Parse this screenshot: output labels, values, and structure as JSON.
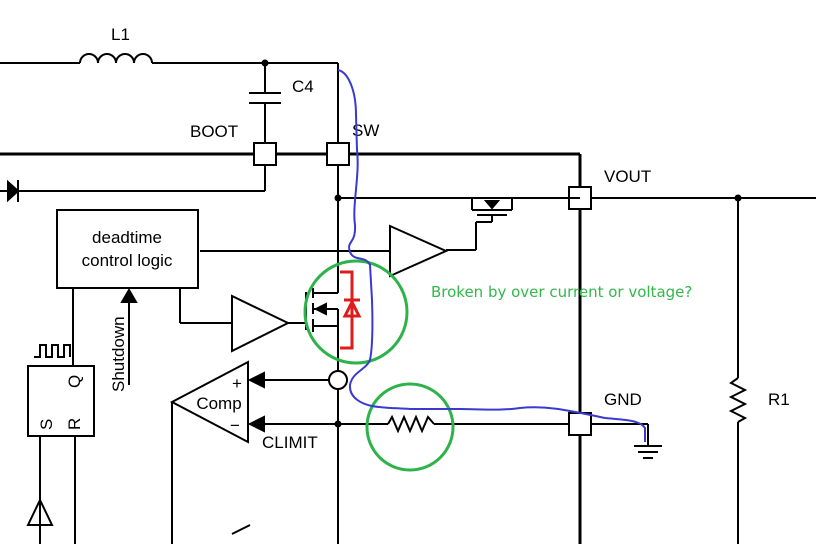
{
  "labels": {
    "l1": "L1",
    "c4": "C4",
    "boot": "BOOT",
    "sw": "SW",
    "vout": "VOUT",
    "gnd": "GND",
    "r1": "R1",
    "climit": "CLIMIT",
    "shutdown": "Shutdown",
    "deadtime_line1": "deadtime",
    "deadtime_line2": "control logic",
    "comp": "Comp",
    "comp_plus": "+",
    "comp_minus": "−",
    "latch_s": "S",
    "latch_r": "R",
    "latch_q": "Q"
  },
  "annotation": {
    "text": "Broken by over current or voltage?",
    "color": "#33b84a"
  },
  "colors": {
    "wire": "#000000",
    "hand_trace": "#3a3ad0",
    "diode_highlight": "#e01b1b",
    "circle_highlight": "#2db34a"
  }
}
